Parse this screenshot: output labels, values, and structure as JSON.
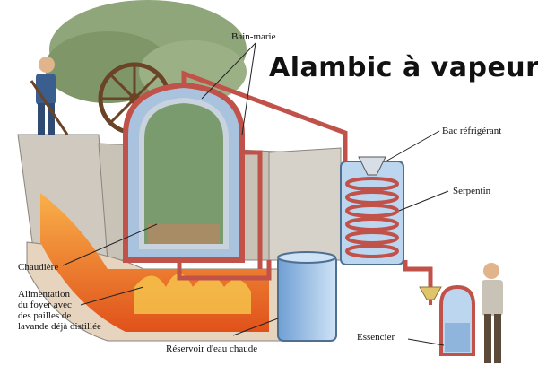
{
  "title": "Alambic à vapeur",
  "labels": {
    "bain_marie": "Bain-marie",
    "bac_refrigerant": "Bac réfrigérant",
    "serpentin": "Serpentin",
    "chaudiere": "Chaudière",
    "alimentation": [
      "Alimentation",
      "du foyer avec",
      "des pailles de",
      "lavande déjà distillée"
    ],
    "reservoir": "Réservoir d'eau chaude",
    "essencier": "Essencier"
  },
  "colors": {
    "pipe": "#c0524a",
    "water": "#9fc3e8",
    "fire": "#f07a1e",
    "stone": "#cfc9bf",
    "steel": "#a9b7c6"
  }
}
